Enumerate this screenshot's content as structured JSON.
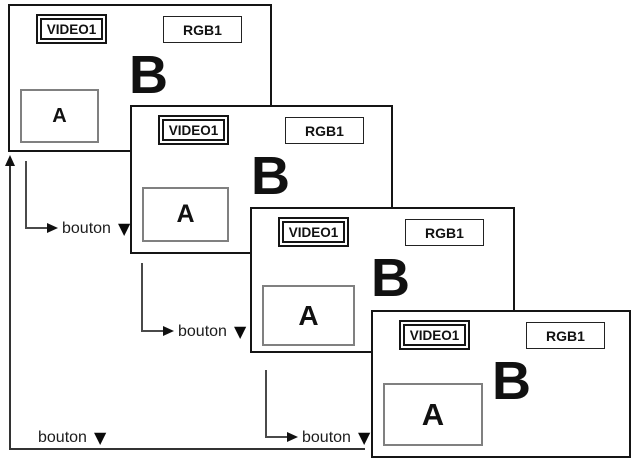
{
  "colors": {
    "background": "#ffffff",
    "screen_border": "#151515",
    "pip_border": "#808080",
    "arrow_line": "#4a4a4a",
    "text": "#111111"
  },
  "icons": {
    "down_triangle": "▼"
  },
  "screens": [
    {
      "video_label": "VIDEO1",
      "rgb_label": "RGB1",
      "big_label": "B",
      "small_label": "A"
    },
    {
      "video_label": "VIDEO1",
      "rgb_label": "RGB1",
      "big_label": "B",
      "small_label": "A"
    },
    {
      "video_label": "VIDEO1",
      "rgb_label": "RGB1",
      "big_label": "B",
      "small_label": "A"
    },
    {
      "video_label": "VIDEO1",
      "rgb_label": "RGB1",
      "big_label": "B",
      "small_label": "A"
    }
  ],
  "arrows": [
    {
      "label": "bouton"
    },
    {
      "label": "bouton"
    },
    {
      "label": "bouton"
    },
    {
      "label": "bouton"
    }
  ]
}
